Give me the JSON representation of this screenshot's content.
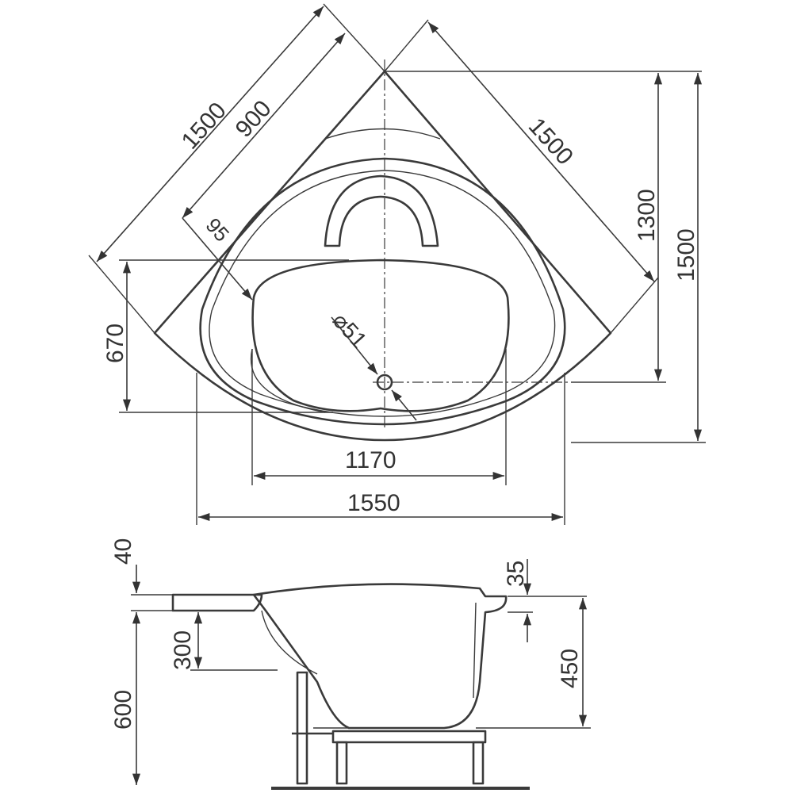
{
  "drawing": {
    "top_view": {
      "diag_left_outer": "1500",
      "diag_left_inner": "900",
      "rim_offset": "95",
      "diag_right": "1500",
      "height_inner": "1300",
      "height_outer": "1500",
      "depth_left": "670",
      "drain": "⌀51",
      "basin_width": "1170",
      "overall_width": "1550"
    },
    "side_view": {
      "rim_thickness": "40",
      "right_rim": "35",
      "seat_height": "300",
      "overall_height": "600",
      "basin_depth": "450"
    },
    "colors": {
      "line": "#3a3a3a",
      "background": "#ffffff"
    }
  }
}
